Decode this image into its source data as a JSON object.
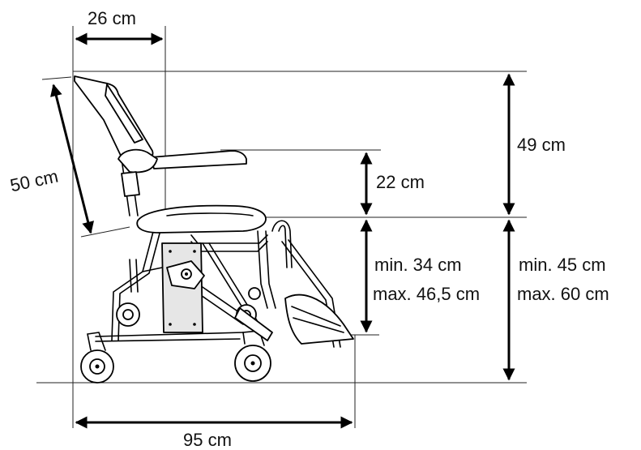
{
  "dimensions": {
    "seat_depth": "26 cm",
    "backrest_height": "50 cm",
    "total_height": "49 cm",
    "armrest_height": "22 cm",
    "seat_height_min": "min. 34 cm",
    "seat_height_max": "max. 46,5 cm",
    "overall_height_min": "min. 45 cm",
    "overall_height_max": "max. 60 cm",
    "total_length": "95 cm"
  },
  "illustration": {
    "subject": "shower-commode-chair"
  }
}
